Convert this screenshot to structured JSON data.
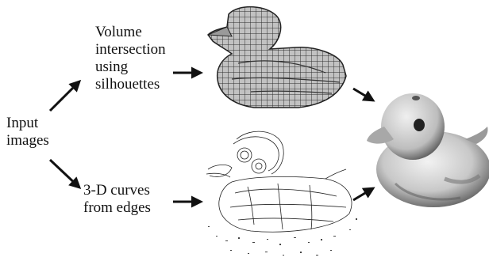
{
  "labels": {
    "input": [
      "Input",
      "images"
    ],
    "volume": [
      "Volume",
      "intersection",
      "using",
      "silhouettes"
    ],
    "curves": [
      "3-D curves",
      "from edges"
    ]
  },
  "colors": {
    "ink": "#111111",
    "voxel_fill": "#b5b5b5",
    "voxel_grid": "#2e2e2e",
    "duck_light": "#e6e6e6",
    "duck_dark": "#6a6a6a"
  },
  "icons": [
    "arrow-icon"
  ]
}
